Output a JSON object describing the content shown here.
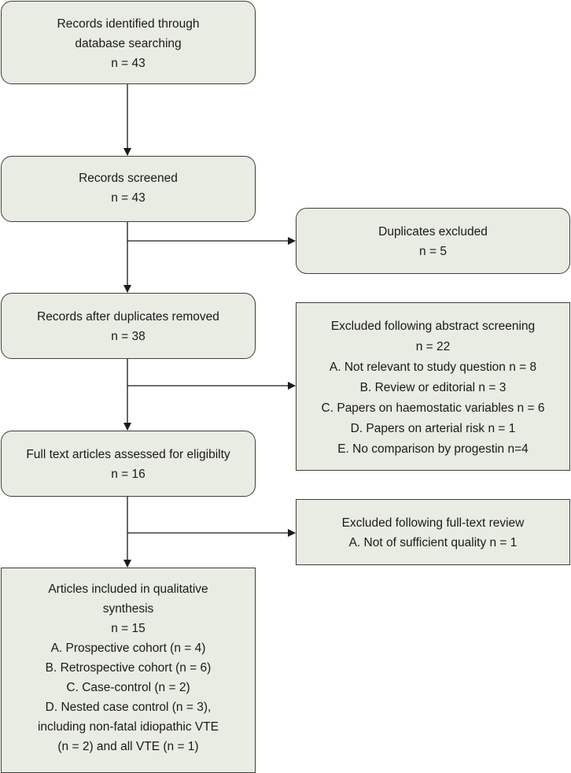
{
  "boxes": {
    "identified": {
      "title_line1": "Records identified through",
      "title_line2": "database searching",
      "count": "n = 43"
    },
    "screened": {
      "title": "Records screened",
      "count": "n = 43"
    },
    "duplicates_excluded": {
      "title": "Duplicates excluded",
      "count": "n = 5"
    },
    "after_duplicates": {
      "title": "Records after duplicates removed",
      "count": "n = 38"
    },
    "excluded_abstract": {
      "title": "Excluded following abstract screening",
      "count": "n = 22",
      "items": [
        "A. Not relevant to study question n = 8",
        "B. Review or editorial n = 3",
        "C. Papers on haemostatic variables n = 6",
        "D. Papers on arterial risk n = 1",
        "E. No comparison by progestin n=4"
      ]
    },
    "fulltext_assessed": {
      "title": "Full text articles assessed for eligibilty",
      "count": "n = 16"
    },
    "excluded_fulltext": {
      "title": "Excluded following full-text review",
      "items": [
        "A. Not of sufficient quality n = 1"
      ]
    },
    "included": {
      "title_line1": "Articles included in qualitative",
      "title_line2": "synthesis",
      "count": "n = 15",
      "items": [
        "A. Prospective cohort (n = 4)",
        "B. Retrospective cohort (n = 6)",
        "C. Case-control (n = 2)",
        "D. Nested case control (n = 3),",
        "including non-fatal idiopathic VTE",
        "(n = 2) and all VTE (n = 1)"
      ]
    }
  },
  "colors": {
    "box_fill": "#e9ece3",
    "stroke": "#3d3f3a"
  }
}
